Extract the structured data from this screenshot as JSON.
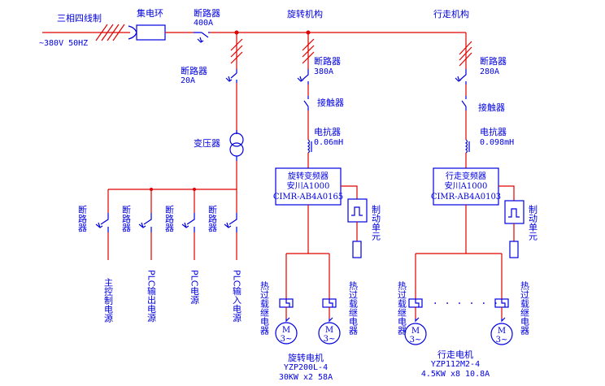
{
  "diagram": {
    "incoming": {
      "system_label": "三相四线制",
      "supply_label": "~380V  50HZ"
    },
    "slip_ring": {
      "label": "集电环"
    },
    "main_breaker": {
      "label": "断路器",
      "rating": "400A"
    },
    "aux_breaker": {
      "label": "断路器",
      "rating": "20A"
    },
    "transformer": {
      "label": "变压器"
    },
    "aux_branches": [
      {
        "breaker_label": "断路器",
        "load_label": "主控制电源"
      },
      {
        "breaker_label": "断路器",
        "load_label": "PLC输出电源"
      },
      {
        "breaker_label": "断路器",
        "load_label": "PLC电源"
      },
      {
        "breaker_label": "断路器",
        "load_label": "PLC输入电源"
      }
    ],
    "slewing": {
      "title": "旋转机构",
      "breaker_label": "断路器",
      "breaker_rating": "380A",
      "contactor_label": "接触器",
      "reactor_label": "电抗器",
      "reactor_value": "0.06mH",
      "inverter_lines": [
        "旋转变频器",
        "安川A1000",
        "CIMR-AB4A0165"
      ],
      "brake_label": "制动单元",
      "relay_label": "热过载继电器",
      "motor_symbol": "M",
      "motor_phase": "3~",
      "motor_title": "旋转电机",
      "motor_model": "YZP200L-4",
      "motor_spec": "30KW x2 58A"
    },
    "travel": {
      "title": "行走机构",
      "breaker_label": "断路器",
      "breaker_rating": "280A",
      "contactor_label": "接触器",
      "reactor_label": "电抗器",
      "reactor_value": "0.098mH",
      "inverter_lines": [
        "行走变频器",
        "安川A1000",
        "CIMR-AB4A0103"
      ],
      "brake_label": "制动单元",
      "relay_label": "热过载继电器",
      "motor_symbol": "M",
      "motor_phase": "3~",
      "motor_title": "行走电机",
      "motor_model": "YZP112M2-4",
      "motor_spec": "4.5KW x8 10.8A",
      "ellipsis": "· · · · · ·"
    },
    "colors": {
      "wire": "#e00000",
      "component": "#0000e0"
    }
  }
}
